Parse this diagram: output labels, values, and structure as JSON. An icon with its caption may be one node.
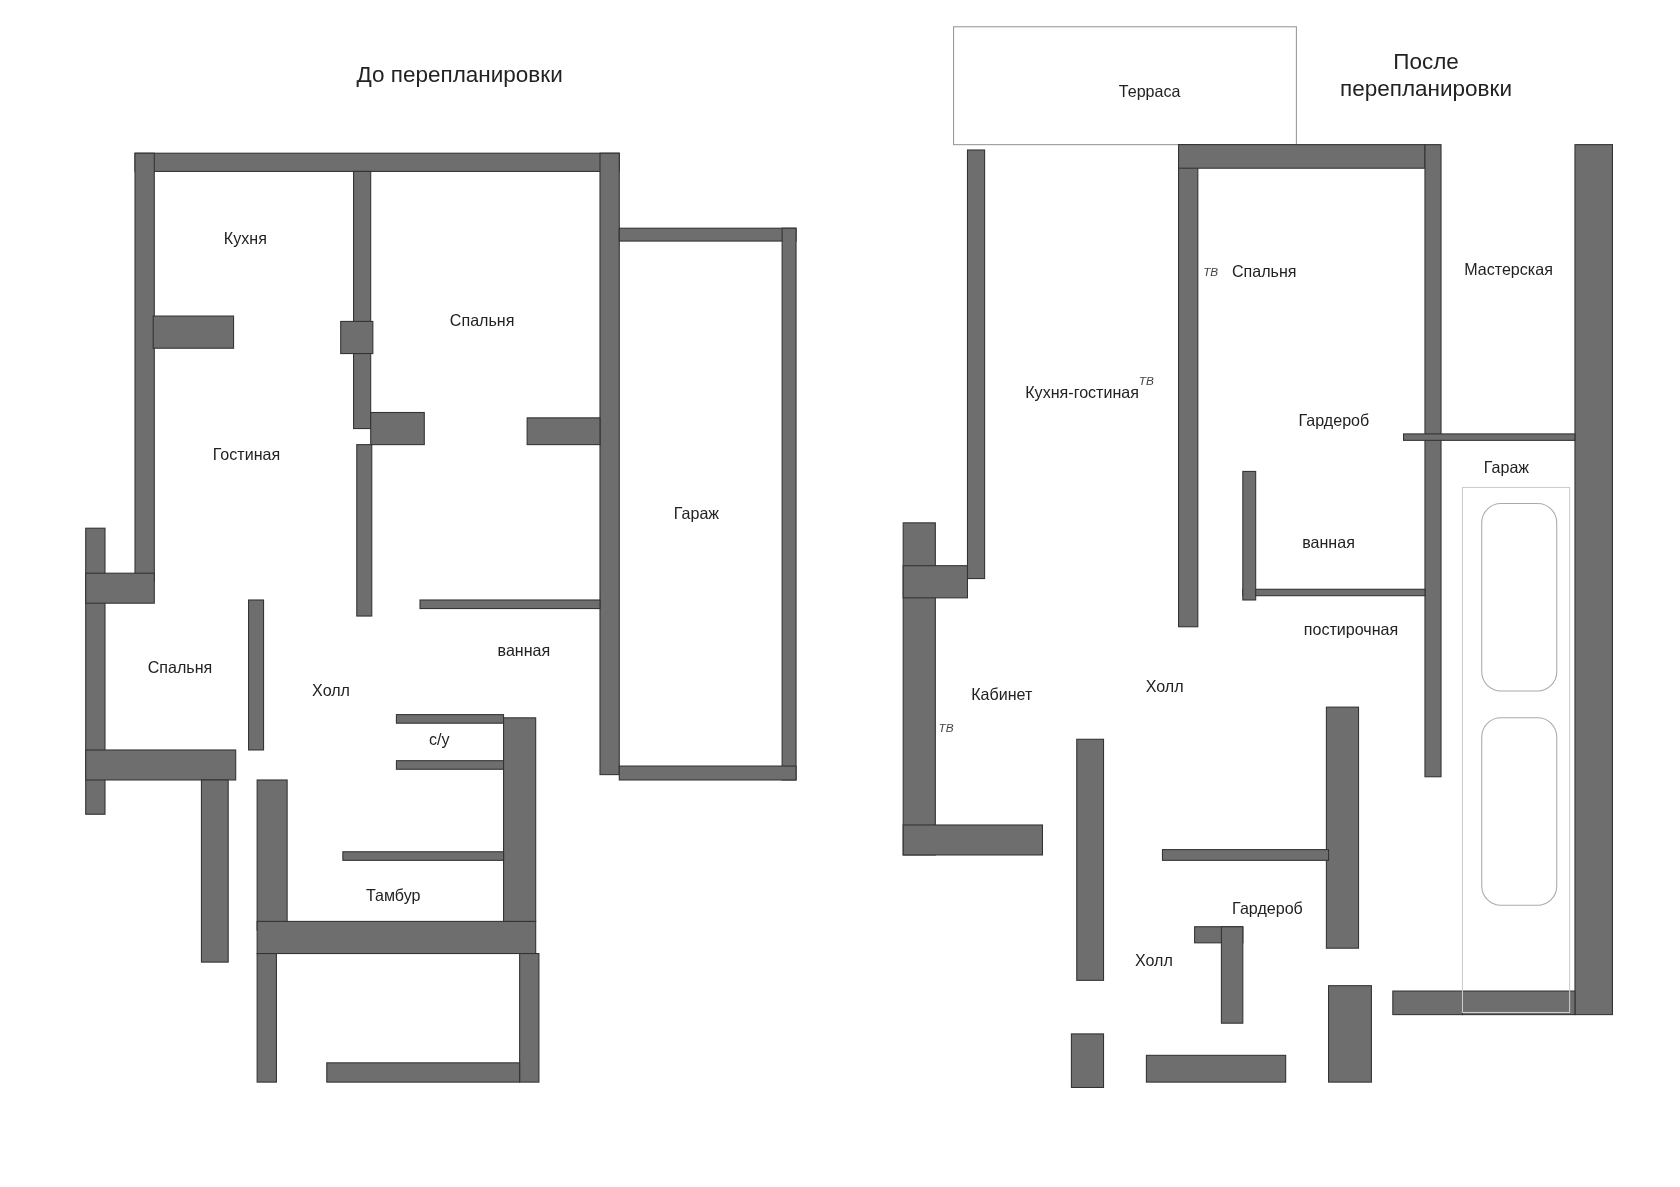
{
  "diagram": {
    "labels": [
      "До перепланировки",
      "Кухня",
      "Спальня",
      "Гостиная",
      "Гараж",
      "Спальня",
      "Холл",
      "ванная",
      "с/у",
      "Тамбур",
      "Терраса",
      "После перепланировки",
      "ТВ",
      "Спальня",
      "Мастерская",
      "Кухня-гостиная",
      "ТВ",
      "Гардероб",
      "Гараж",
      "ванная",
      "постирочная",
      "Кабинет",
      "Холл",
      "ТВ",
      "Гардероб",
      "Холл"
    ]
  }
}
